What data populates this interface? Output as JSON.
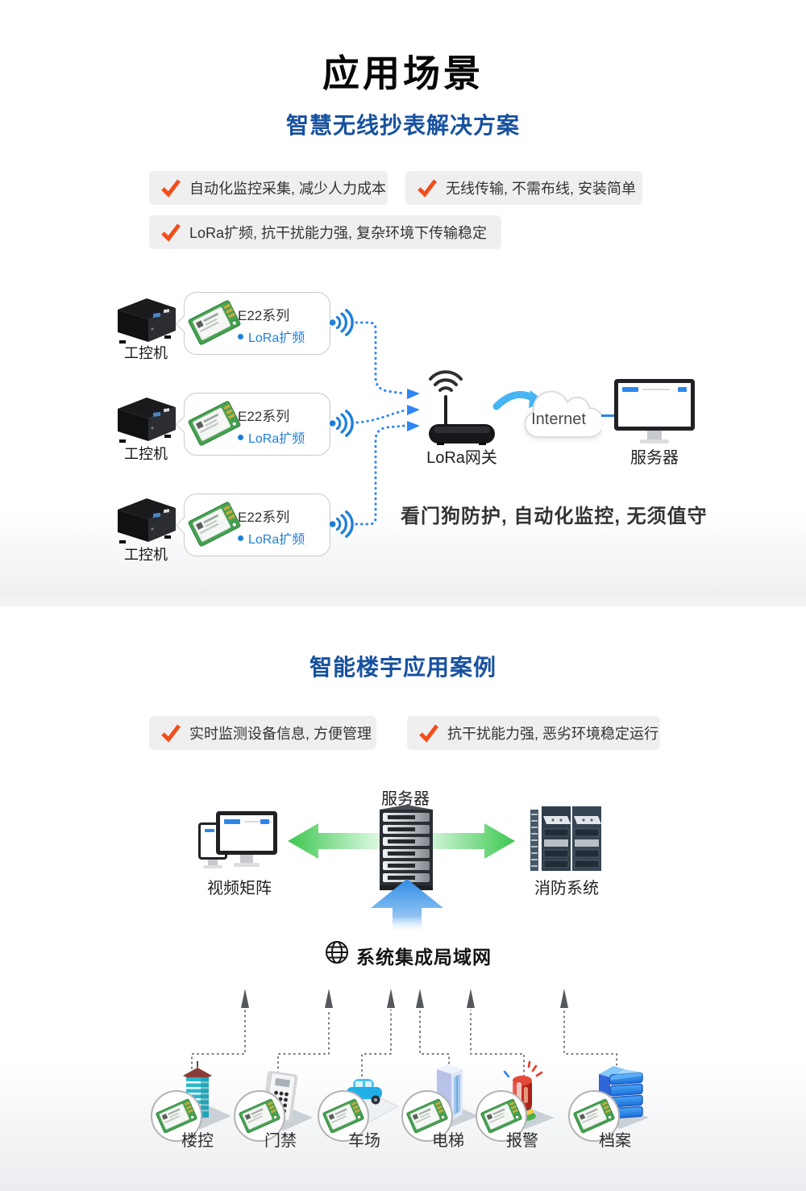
{
  "colors": {
    "heading_blue": "#17519f",
    "link_blue": "#1e7fd8",
    "check_orange": "#f24d1c",
    "dotted_line_blue": "#2f86f6",
    "green_arrow": "#3cc74f",
    "blue_arrow": "#2f8ce6",
    "pill_bg": "#efefef"
  },
  "section1": {
    "title": "应用场景",
    "subtitle": "智慧无线抄表解决方案",
    "features": [
      {
        "text": "自动化监控采集, 减少人力成本"
      },
      {
        "text": "无线传输, 不需布线, 安装简单"
      },
      {
        "text": "LoRa扩频, 抗干扰能力强, 复杂环境下传输稳定"
      }
    ],
    "rows": [
      {
        "device": "工控机",
        "module_title": "E22系列",
        "module_sub": "LoRa扩频"
      },
      {
        "device": "工控机",
        "module_title": "E22系列",
        "module_sub": "LoRa扩频"
      },
      {
        "device": "工控机",
        "module_title": "E22系列",
        "module_sub": "LoRa扩频"
      }
    ],
    "gateway_label": "LoRa网关",
    "cloud_label": "Internet",
    "server_label": "服务器",
    "note": "看门狗防护, 自动化监控, 无须值守"
  },
  "section2": {
    "title": "智能楼宇应用案例",
    "features": [
      {
        "text": "实时监测设备信息, 方便管理"
      },
      {
        "text": "抗干扰能力强, 恶劣环境稳定运行"
      }
    ],
    "server_label": "服务器",
    "video_label": "视频矩阵",
    "fire_label": "消防系统",
    "lan_label": "系统集成局域网",
    "endpoints": [
      {
        "label": "楼控"
      },
      {
        "label": "门禁"
      },
      {
        "label": "车场"
      },
      {
        "label": "电梯"
      },
      {
        "label": "报警"
      },
      {
        "label": "档案"
      }
    ]
  }
}
